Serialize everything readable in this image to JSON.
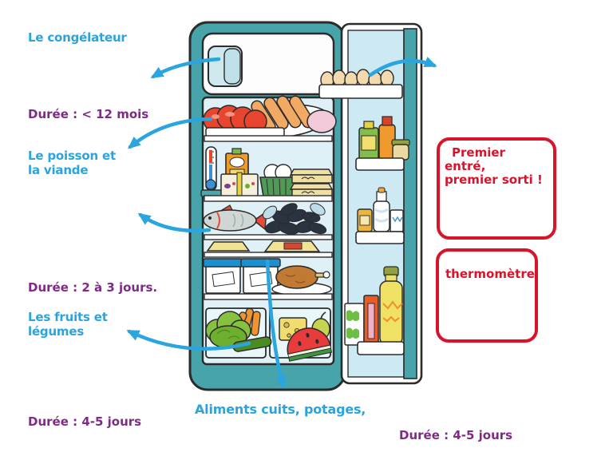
{
  "page": {
    "background": "#FFFFFF"
  },
  "colors": {
    "label_blue": "#29A4DE",
    "duration_purple": "#7E2B85",
    "note_red": "#D8132B",
    "arrow_blue": "#2AA5DF",
    "fridge_teal": "#47A4AB",
    "fridge_interior_blue": "#DFF1F6",
    "door_panel_blue": "#CDE9F3"
  },
  "labels": {
    "freezer": {
      "title": "Le congélateur",
      "duration": "Durée : < 12 mois"
    },
    "fish_meat": {
      "line1": "Le poisson et",
      "line2": "la viande",
      "duration": "Durée : 2 à 3 jours."
    },
    "fruits_vegetables": {
      "line1": "Les fruits et",
      "line2": "légumes",
      "duration": "Durée : 4-5 jours"
    },
    "cooked_foods": {
      "title": "Aliments cuits, potages,",
      "duration": "Durée : 4-5 jours"
    }
  },
  "notes": {
    "fifo": {
      "line1": "Premier entré,",
      "line2": "premier sorti !"
    },
    "thermometer": {
      "text": "thermomètre"
    }
  },
  "illustration": {
    "name": "open-refrigerator",
    "items": [
      "ice-tray",
      "cold-cuts",
      "sausages",
      "ham",
      "thermometer",
      "juice-carton",
      "yogurt-pots",
      "egg-basket",
      "egg-cartons",
      "fish",
      "mussels",
      "butter-packs",
      "storage-boxes",
      "roast-chicken",
      "lettuce",
      "carrots",
      "cucumber",
      "cheese",
      "watermelon-slice",
      "pear",
      "door-eggs",
      "condiment-bottles",
      "milk-bottle",
      "milk-cartons",
      "oil-bottle"
    ],
    "arrows": [
      "arrow-to-freezer",
      "arrow-to-meat-label",
      "arrow-to-fish-label",
      "arrow-to-fruits-label",
      "arrow-to-cooked-label",
      "arrow-from-eggs"
    ]
  }
}
